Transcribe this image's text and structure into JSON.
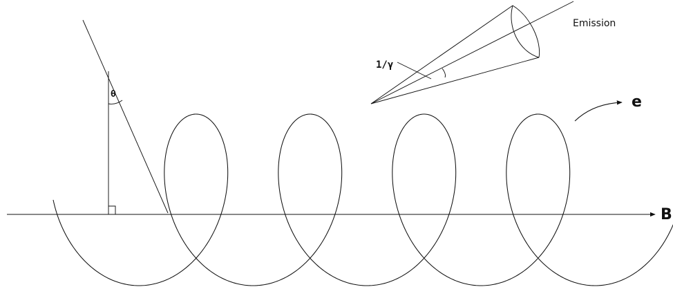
{
  "labels": {
    "emission": "Emission",
    "electron": "e",
    "field": "B",
    "pitch_angle": "θ",
    "beam_angle": "1/γ"
  }
}
